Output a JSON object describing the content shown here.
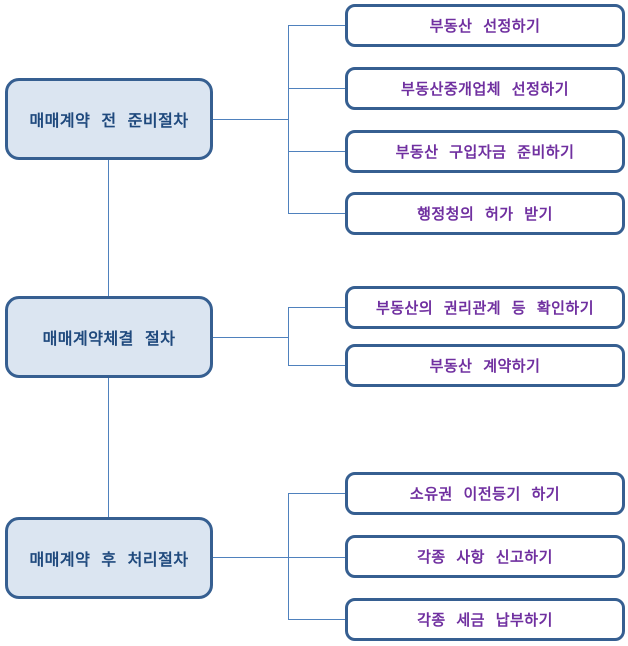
{
  "diagram": {
    "title": "real-estate-sale-contract-procedure-flowchart",
    "colors": {
      "node_border": "#365f91",
      "parent_fill": "#dbe5f1",
      "parent_text": "#1f497d",
      "child_fill": "#ffffff",
      "child_text": "#7030a0",
      "connector": "#4f81bd"
    },
    "groups": [
      {
        "parent": "매매계약 전 준비절차",
        "children": [
          "부동산 선정하기",
          "부동산중개업체 선정하기",
          "부동산 구입자금 준비하기",
          "행정청의 허가 받기"
        ]
      },
      {
        "parent": "매매계약체결 절차",
        "children": [
          "부동산의 권리관계 등 확인하기",
          "부동산 계약하기"
        ]
      },
      {
        "parent": "매매계약 후 처리절차",
        "children": [
          "소유권 이전등기 하기",
          "각종 사항 신고하기",
          "각종 세금 납부하기"
        ]
      }
    ]
  }
}
